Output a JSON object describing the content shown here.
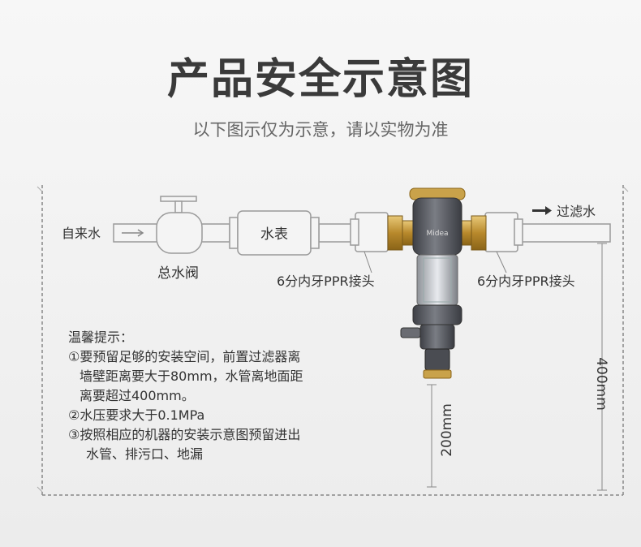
{
  "header": {
    "title": "产品安全示意图",
    "subtitle": "以下图示仅为示意，请以实物为准"
  },
  "diagram": {
    "inlet_label": "自来水",
    "main_valve_label": "总水阀",
    "water_meter_label": "水表",
    "left_fitting_label": "6分内牙PPR接头",
    "right_fitting_label": "6分内牙PPR接头",
    "outlet_label": "过滤水",
    "outlet_arrow_icon": "arrow-right-icon",
    "inlet_arrow_icon": "arrow-right-icon",
    "filter_brand": "Midea",
    "dim_200": "200mm",
    "dim_400": "400mm",
    "colors": {
      "pipe_stroke": "#9a9a9a",
      "brass": "#c9a24a",
      "filter_body": "#5e6066",
      "dash": "#888888"
    }
  },
  "notes": {
    "heading": "温馨提示：",
    "line1": "①要预留足够的安装空间，前置过滤器离",
    "line1b": "墙壁距离要大于80mm，水管离地面距",
    "line1c": "离要超过400mm。",
    "line2": "②水压要求大于0.1MPa",
    "line3": "③按照相应的机器的安装示意图预留进出",
    "line3b": "水管、排污口、地漏"
  }
}
